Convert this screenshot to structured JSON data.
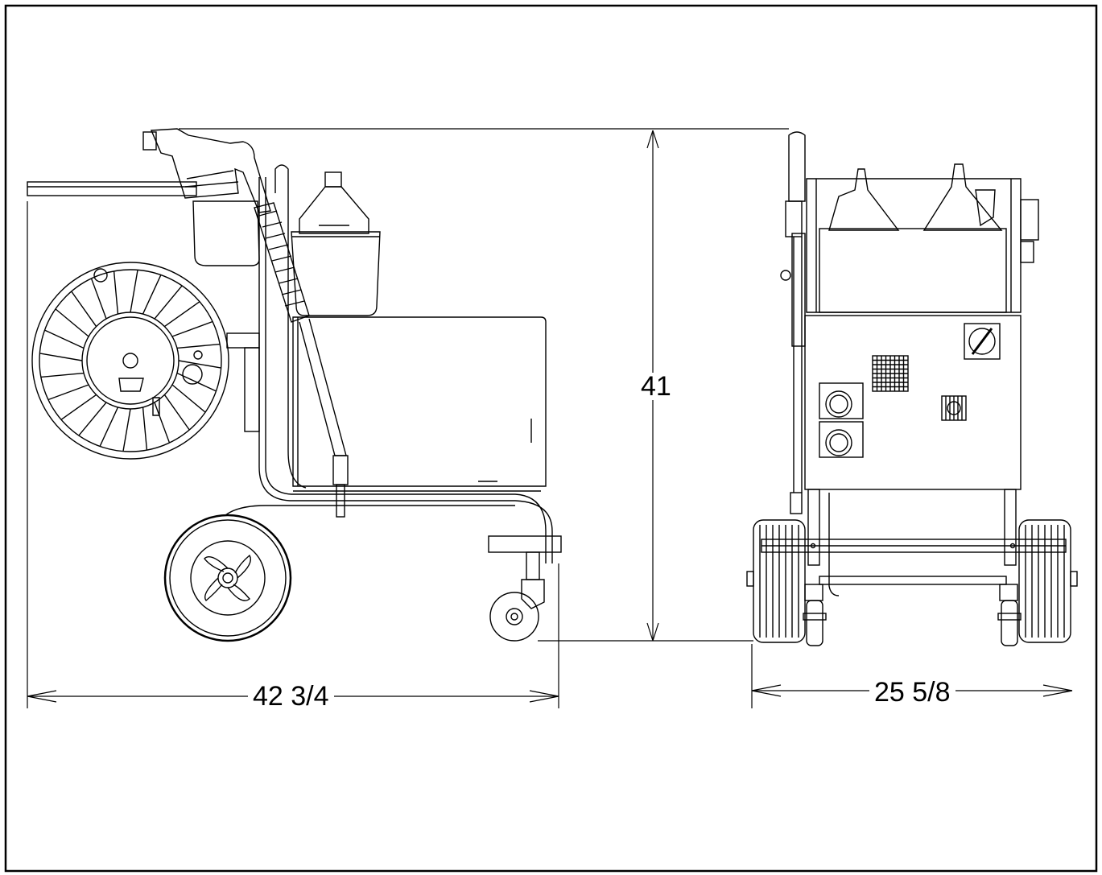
{
  "drawing": {
    "dimensions": {
      "height": "41",
      "length": "42 3/4",
      "width": "25 5/8"
    },
    "colors": {
      "line": "#000000",
      "background": "#ffffff"
    }
  }
}
